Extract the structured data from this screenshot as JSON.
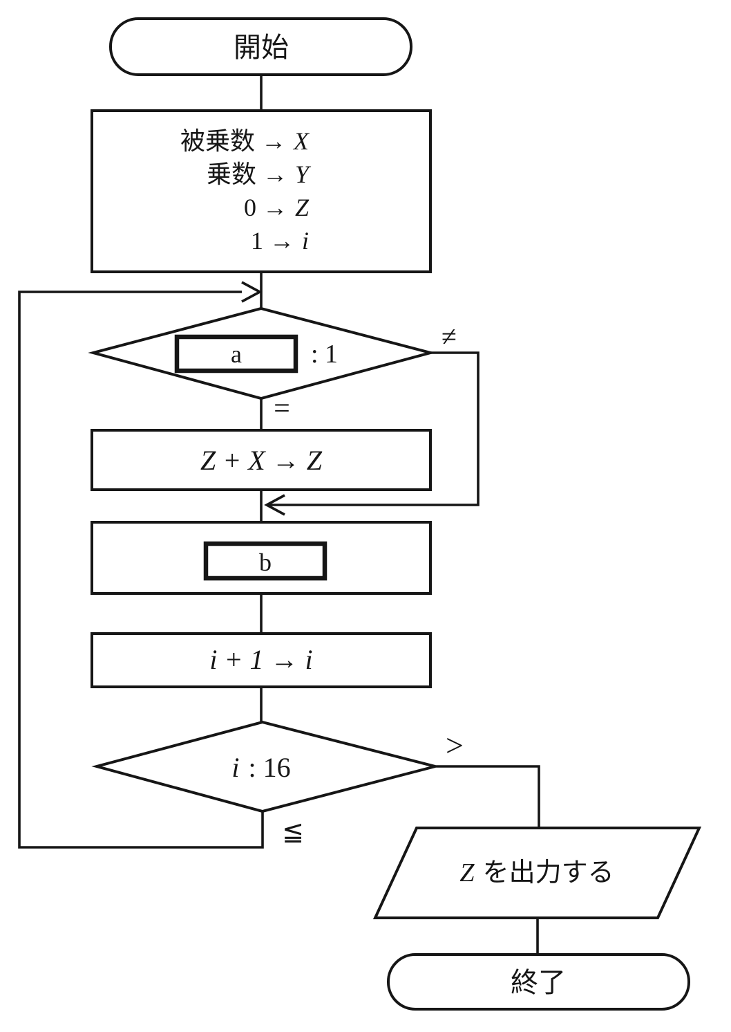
{
  "colors": {
    "ink": "#161616",
    "paper": "#ffffff"
  },
  "flowchart": {
    "start_label": "開始",
    "init_lines": [
      {
        "prefix": "被乗数 →",
        "var": "X"
      },
      {
        "prefix": "乗数 →",
        "var": "Y"
      },
      {
        "prefix": "0 →",
        "var": "Z"
      },
      {
        "prefix": "1 →",
        "var": "i"
      }
    ],
    "decision_a": {
      "answer_slot": "a",
      "comparison": ": 1",
      "label_not_equal": "≠",
      "label_equal": "="
    },
    "process_accumulate": "Z + X → Z",
    "answer_slot_b": "b",
    "process_increment": "i + 1 → i",
    "decision_i": {
      "var": "i",
      "comparison": ": 16",
      "label_greater": ">",
      "label_less_equal": "≦"
    },
    "output": {
      "var": "Z",
      "suffix": "を出力する"
    },
    "end_label": "終了"
  }
}
